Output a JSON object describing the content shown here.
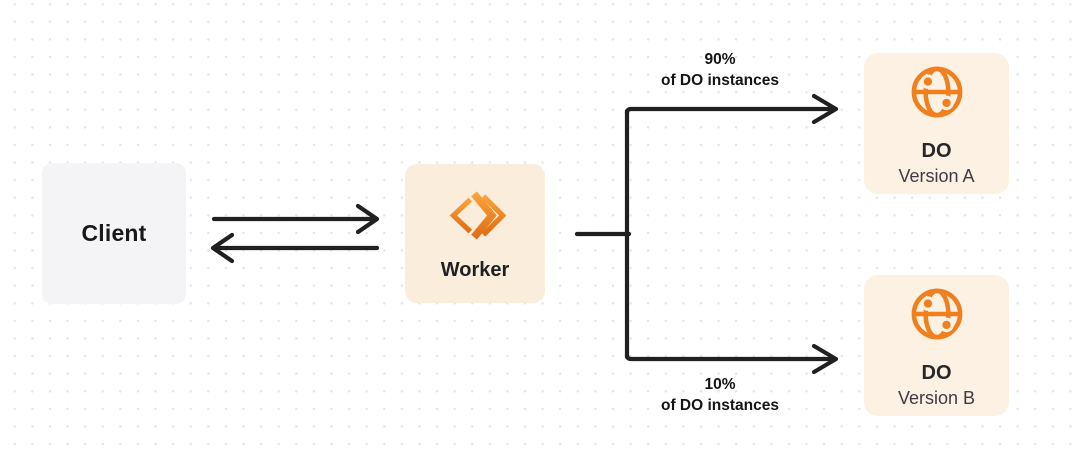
{
  "diagram": {
    "client": {
      "label": "Client"
    },
    "worker": {
      "label": "Worker"
    },
    "do_version_a": {
      "title": "DO",
      "subtitle": "Version A"
    },
    "do_version_b": {
      "title": "DO",
      "subtitle": "Version B"
    },
    "branch_labels": {
      "top": {
        "percent": "90%",
        "caption": "of DO instances"
      },
      "bottom": {
        "percent": "10%",
        "caption": "of DO instances"
      }
    },
    "icons": {
      "worker": "workers-logo-icon",
      "durable_object": "globe-icon"
    },
    "colors": {
      "orange": "#F0801E",
      "orange_gradient_light": "#F9A23C",
      "orange_gradient_dark": "#E06D14",
      "worker_box": "#FAEDDB",
      "do_box": "#FCF1E3",
      "client_box": "#F4F4F6",
      "line": "#202020",
      "text": "#18181B",
      "text_secondary": "#3D3D43",
      "dot_grid": "#E4E4E4"
    }
  }
}
